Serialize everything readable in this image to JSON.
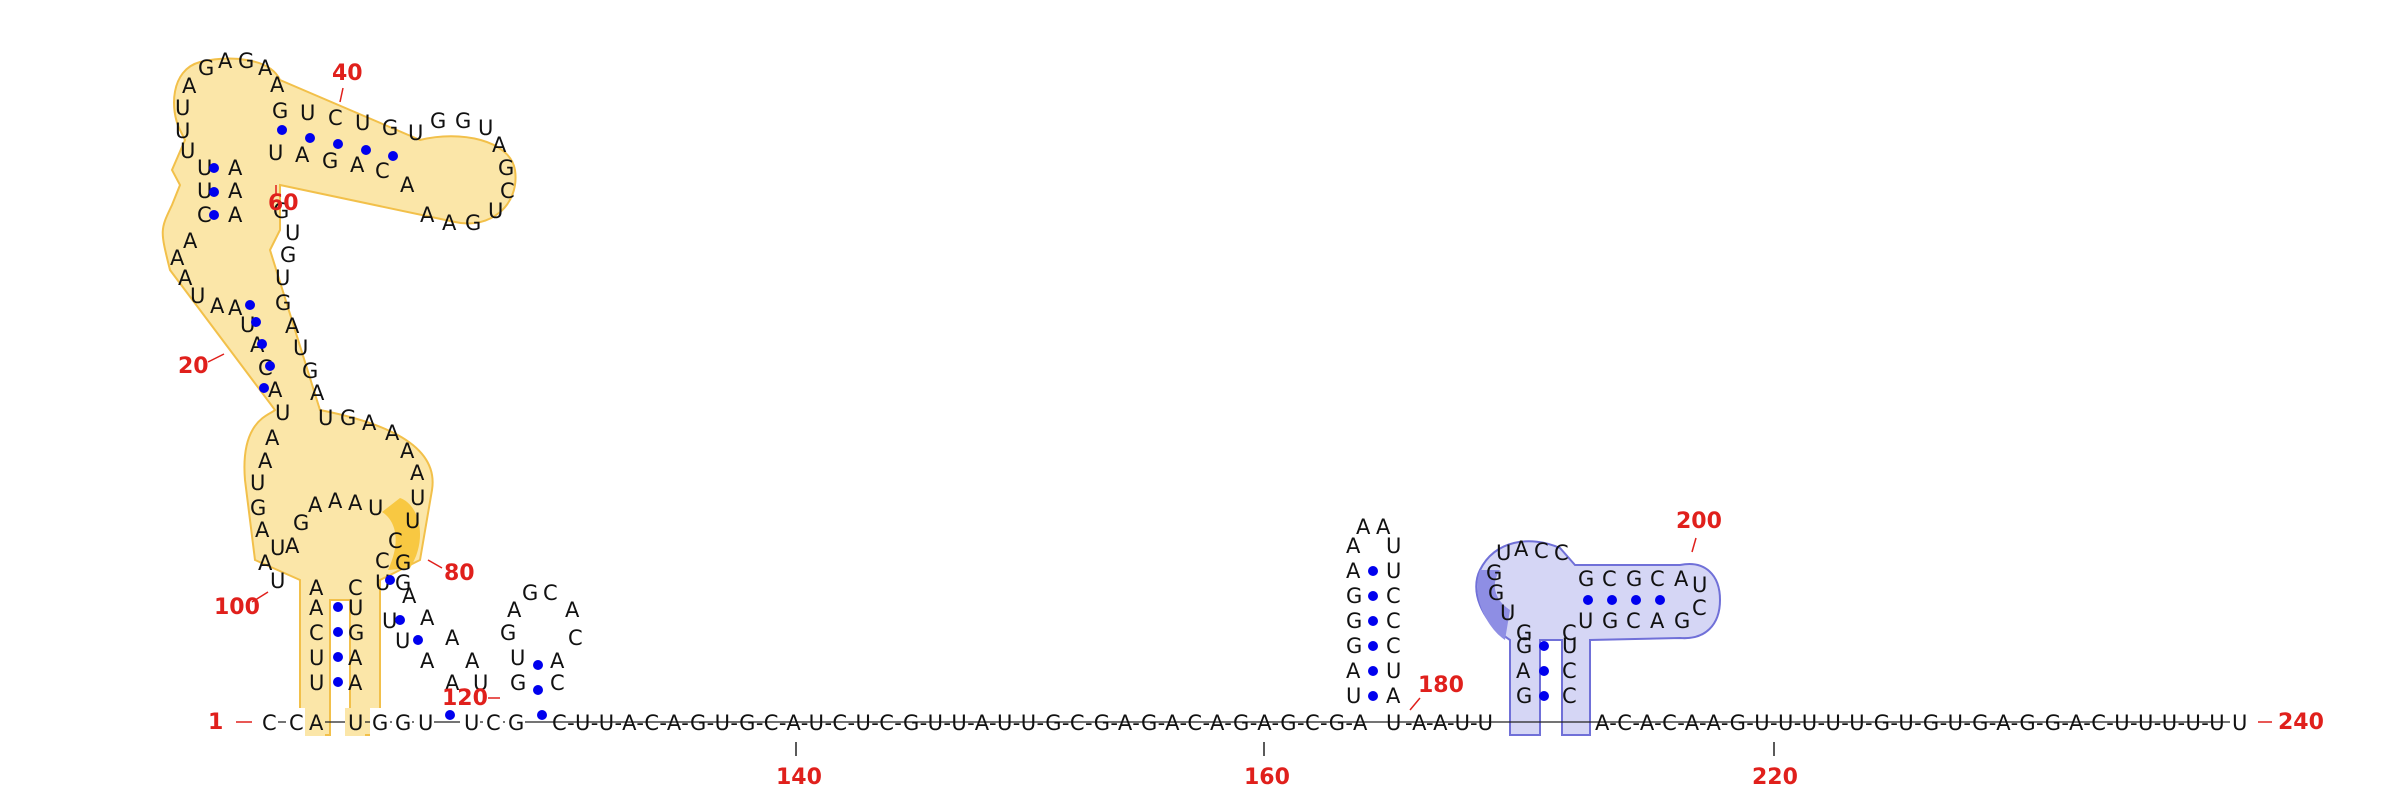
{
  "colors": {
    "nucleotide": "#111111",
    "base_pair_dot": "#0000ee",
    "position_number": "#e0201c",
    "highlight_yellow": "#f7c95a",
    "highlight_blue": "#7070d8"
  },
  "position_labels": {
    "p1": "1",
    "p20": "20",
    "p40": "40",
    "p60": "60",
    "p80": "80",
    "p100": "100",
    "p120": "120",
    "p140": "140",
    "p160": "160",
    "p180": "180",
    "p200": "200",
    "p220": "220",
    "p240": "240"
  },
  "backbone_tail": "C-U-U-A-C-A-G-U-G-C-A-U-C-U-C-G-U-U-A-U-U-G-C-G-A-G-A-C-A-G-A-G-C-G-A",
  "backbone_tail2": "A-C-A-C-A-A-G-U-U-U-U-U-G-U-G-U-G-A-G-G-A-C-U-U-U-U-U",
  "hairpin_180": {
    "left": [
      "U",
      "A",
      "G",
      "G",
      "G",
      "A",
      "A"
    ],
    "right": [
      "A",
      "U",
      "C",
      "C",
      "C",
      "U",
      "U"
    ],
    "loop": [
      "A",
      "A"
    ]
  },
  "hairpin_200": {
    "stem_left": [
      "G",
      "A",
      "G"
    ],
    "stem_right": [
      "C",
      "C",
      "U"
    ],
    "upper_top": [
      "G",
      "C",
      "G",
      "C",
      "A"
    ],
    "upper_bottom": [
      "U",
      "G",
      "C",
      "A",
      "G"
    ],
    "loop_left": [
      "U",
      "G",
      "G",
      "U"
    ],
    "loop_top": [
      "A",
      "C",
      "C"
    ],
    "tip": [
      "U",
      "C"
    ]
  }
}
